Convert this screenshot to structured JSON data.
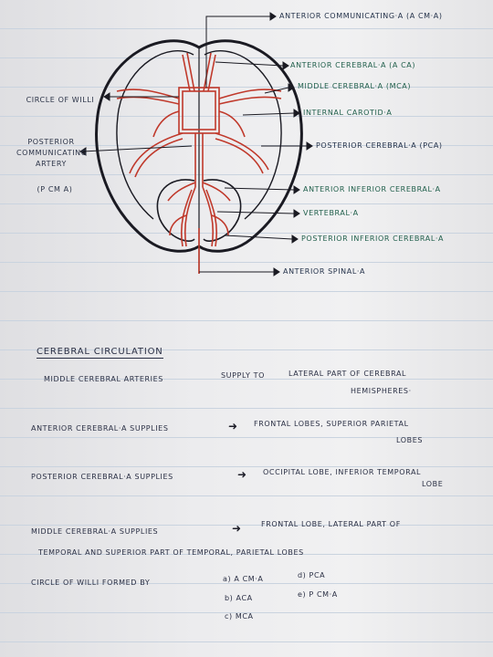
{
  "diagram": {
    "right_labels": [
      "ANTERIOR COMMUNICATING·A (A CM·A)",
      "ANTERIOR CEREBRAL·A (A CA)",
      "MIDDLE CEREBRAL·A (MCA)",
      "INTERNAL CAROTID·A",
      "POSTERIOR CEREBRAL·A (PCA)",
      "ANTERIOR INFERIOR CEREBRAL·A",
      "VERTEBRAL·A",
      "POSTERIOR INFERIOR CEREBRAL·A",
      "ANTERIOR SPINAL·A"
    ],
    "left_labels": {
      "circle": "CIRCLE OF WILLI",
      "pcomm": "POSTERIOR COMMUNICATING ARTERY",
      "pcomm_abbr": "(P CM A)"
    },
    "colors": {
      "ink": "#1a1a22",
      "artery": "#c0392b",
      "label_blue": "#24324a",
      "label_green": "#1f5e4a"
    }
  },
  "notes": {
    "heading": "CEREBRAL CIRCULATION",
    "line1a": "MIDDLE CEREBRAL ARTERIES",
    "line1b": "SUPPLY TO",
    "line1c": "LATERAL PART OF CEREBRAL",
    "line1d": "HEMISPHERES·",
    "aca_subject": "ANTERIOR CEREBRAL·A SUPPLIES",
    "aca_target": "FRONTAL LOBES, SUPERIOR PARIETAL",
    "aca_target2": "LOBES",
    "pca_subject": "POSTERIOR CEREBRAL·A SUPPLIES",
    "pca_target": "OCCIPITAL LOBE, INFERIOR TEMPORAL",
    "pca_target2": "LOBE",
    "mca_subject": "MIDDLE CEREBRAL·A SUPPLIES",
    "mca_target": "FRONTAL LOBE, LATERAL PART OF",
    "mca_target2": "TEMPORAL AND SUPERIOR PART OF TEMPORAL, PARIETAL LOBES",
    "circle_intro": "CIRCLE OF WILLI FORMED BY",
    "items": [
      "a) A CM·A",
      "b) ACA",
      "c) MCA",
      "d) PCA",
      "e) P CM·A"
    ],
    "arrow": "➜"
  }
}
